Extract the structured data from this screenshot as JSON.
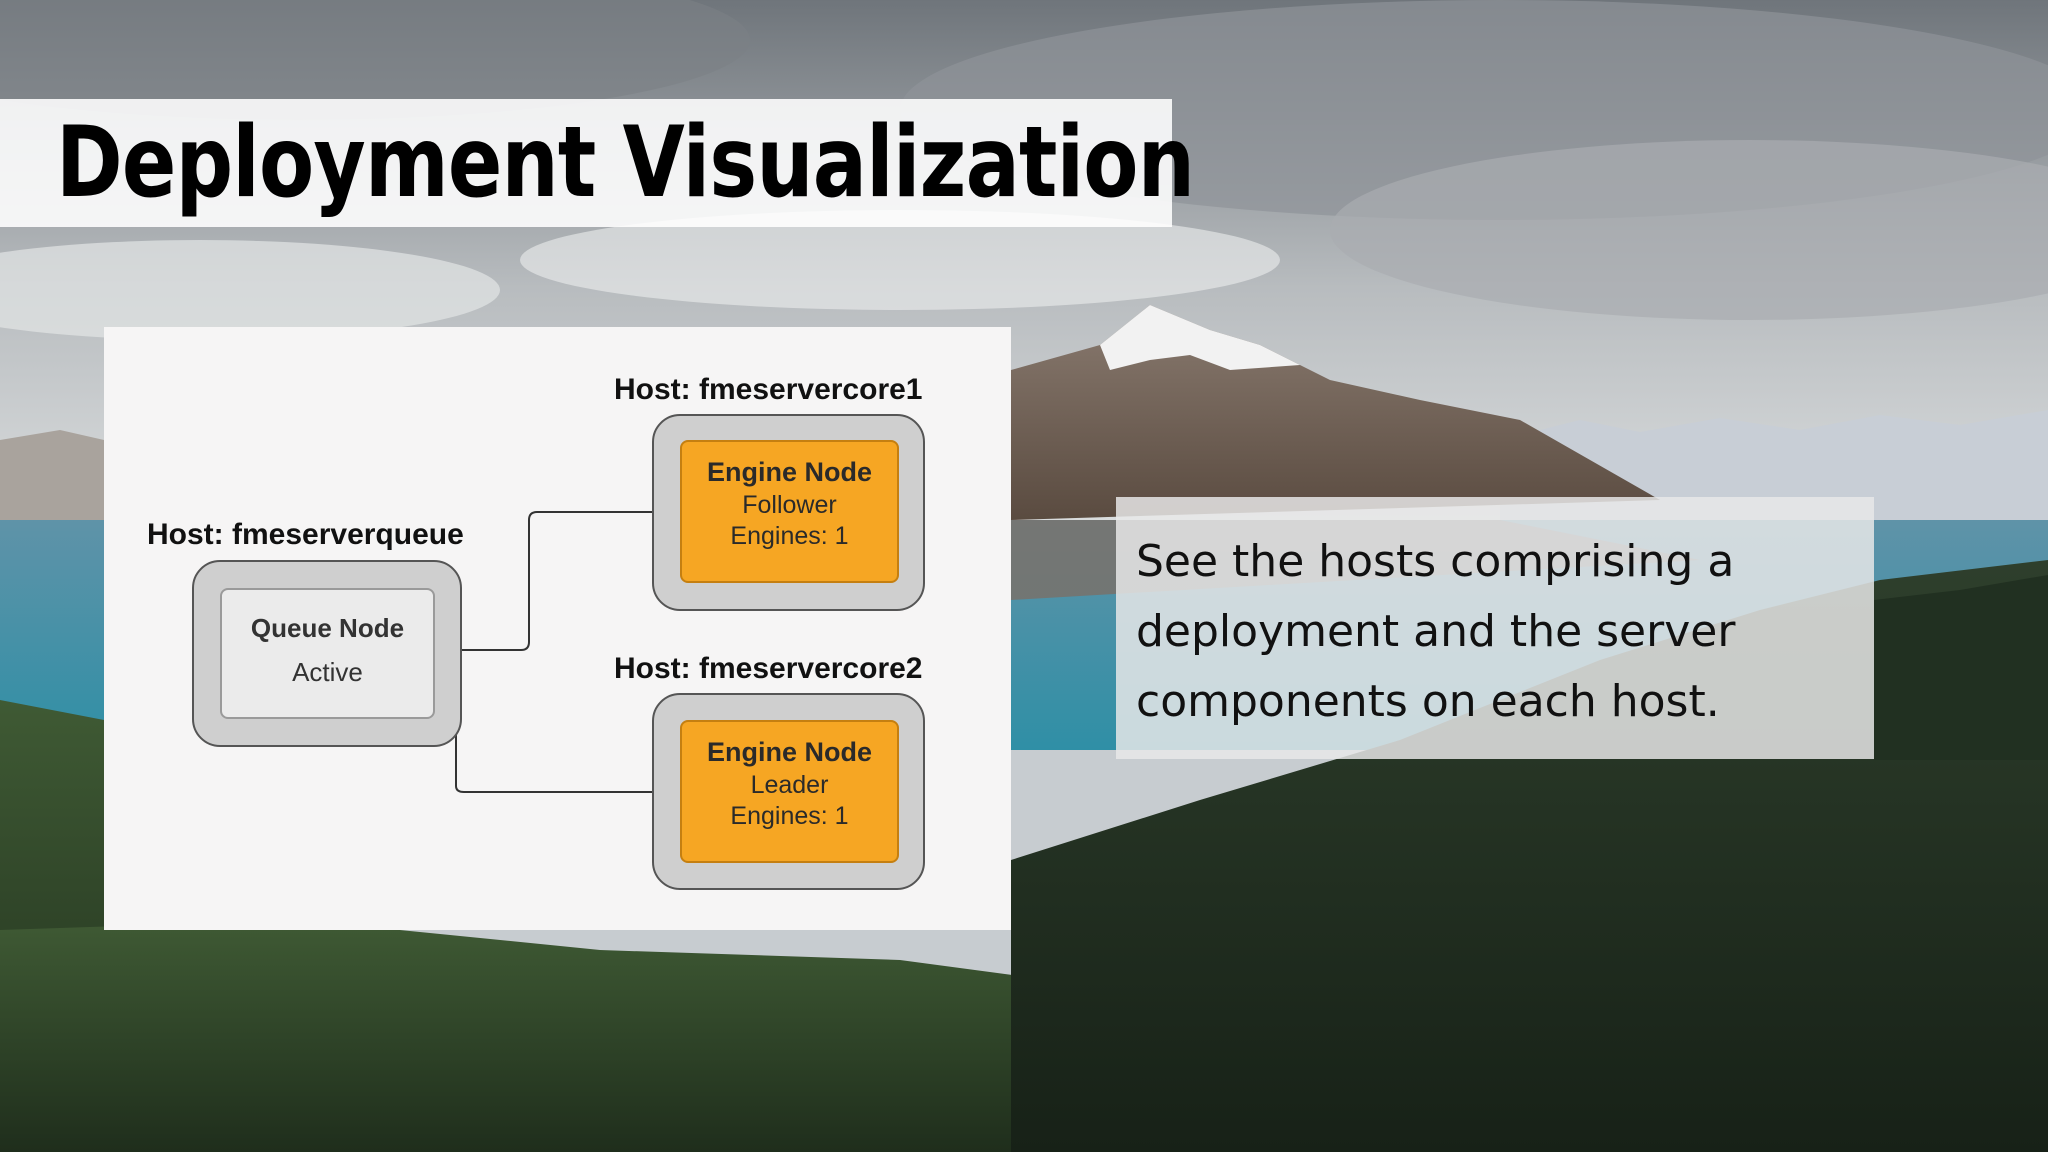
{
  "slide": {
    "title": "Deployment Visualization",
    "description": "See the hosts comprising a deployment and the server components on each host."
  },
  "diagram": {
    "hosts": [
      {
        "label": "Host: fmeserverqueue"
      },
      {
        "label": "Host: fmeservercore1"
      },
      {
        "label": "Host: fmeservercore2"
      }
    ],
    "queue_node": {
      "title": "Queue Node",
      "status": "Active"
    },
    "engine_nodes": [
      {
        "title": "Engine Node",
        "role": "Follower",
        "engines": "Engines: 1"
      },
      {
        "title": "Engine Node",
        "role": "Leader",
        "engines": "Engines: 1"
      }
    ]
  },
  "colors": {
    "engine_fill": "#f6a623",
    "host_frame": "#cfcfcf",
    "queue_fill": "#ebebeb"
  }
}
